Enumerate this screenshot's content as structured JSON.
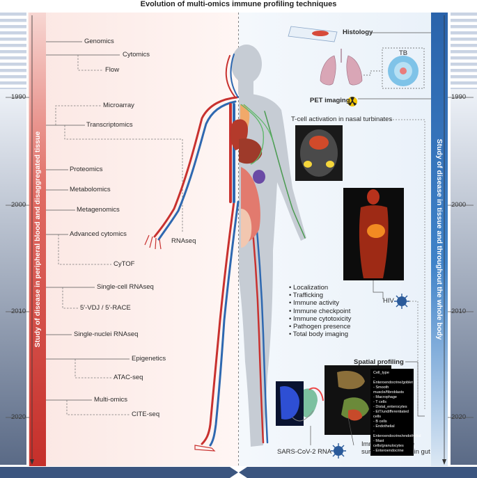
{
  "title": "Evolution of multi-omics immune profiling techniques",
  "left_axis_label": "Study of disease in peripheral blood and disaggregated tissue",
  "right_axis_label": "Study of disease in tissue and throughout the whole body",
  "years": [
    "1990",
    "2000",
    "2010",
    "2020"
  ],
  "left_techniques": [
    "Genomics",
    "Cytomics",
    "Flow",
    "Microarray",
    "Transcriptomics",
    "RNAseq",
    "Proteomics",
    "Metabolomics",
    "Metagenomics",
    "Advanced cytomics",
    "CyTOF",
    "Single-cell RNAseq",
    "5′-VDJ / 5′-RACE",
    "Single-nuclei RNAseq",
    "Epigenetics",
    "ATAC-seq",
    "Multi-omics",
    "CITE-seq"
  ],
  "right": {
    "histology": "Histology",
    "tb": "TB",
    "pet": "PET imaging",
    "tcell": "T-cell activation in nasal turbinates",
    "hiv": "HIV",
    "bullets": [
      "Localization",
      "Trafficking",
      "Immune activity",
      "Immune checkpoint",
      "Immune cytotoxicity",
      "Pathogen presence",
      "Total body imaging"
    ],
    "spatial": "Spatial profiling",
    "sars": "SARS-CoV-2 RNA",
    "immune_response": [
      "Immune response",
      "surrounding virus in gut"
    ],
    "legend": [
      "Cell_type",
      "Enteroendocrine/goblet",
      "Smooth muscle/fibroblasts",
      "Macrophage",
      "T cells",
      "Distal_enterocytes",
      "EiT/undifferentiated cells",
      "B cells",
      "Endothelial",
      "Enteroendocrine/endothelial",
      "Mast cells/granulocytes",
      "Enteroendocrine"
    ]
  },
  "colors": {
    "left_bar": "#c9302c",
    "right_bar": "#2f6fb3",
    "left_bg": "#fdf1ef",
    "right_bg": "#eef4fa",
    "artery": "#c8312f",
    "vein": "#2e68b0"
  }
}
